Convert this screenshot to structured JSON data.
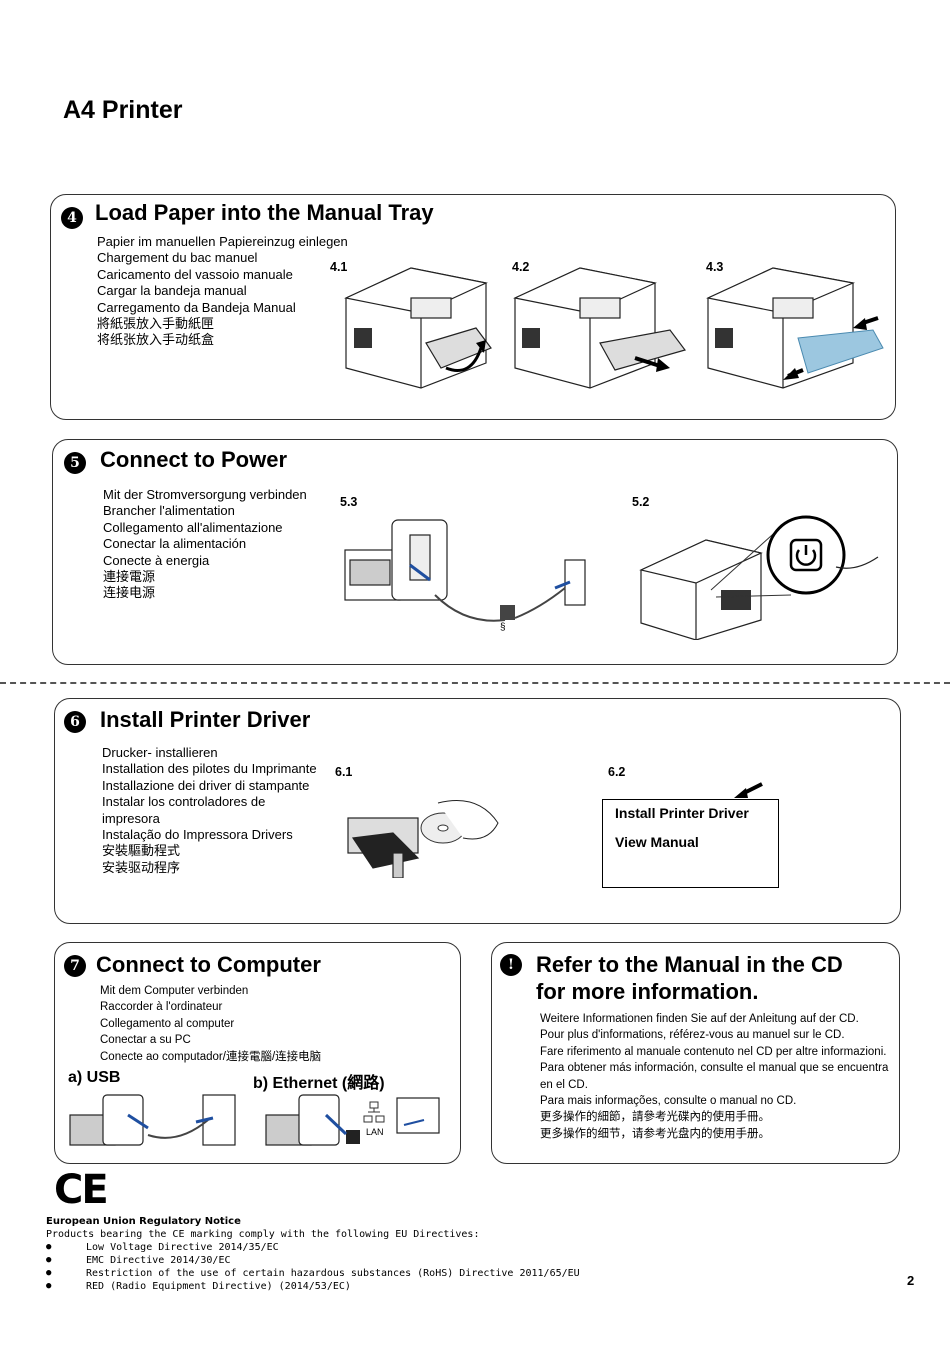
{
  "page_title": "A4 Printer",
  "sections": {
    "s4": {
      "number": "4",
      "title": "Load Paper into the Manual Tray",
      "langs": [
        "Papier im manuellen Papiereinzug einlegen",
        "Chargement du bac manuel",
        "Caricamento del vassoio manuale",
        "Cargar la bandeja manual",
        "Carregamento da Bandeja Manual",
        "將紙張放入手動紙匣",
        "将纸张放入手动纸盒"
      ],
      "steps": [
        "4.1",
        "4.2",
        "4.3"
      ]
    },
    "s5": {
      "number": "5",
      "title": "Connect to Power",
      "langs": [
        "Mit der Stromversorgung verbinden",
        "Brancher l'alimentation",
        "Collegamento all'alimentazione",
        "Conectar la alimentación",
        "Conecte à energia",
        "連接電源",
        "连接电源"
      ],
      "steps": [
        "5.3",
        "5.2"
      ]
    },
    "s6": {
      "number": "6",
      "title": "Install Printer Driver",
      "langs": [
        "Drucker- installieren",
        "Installation des pilotes du Imprimante",
        "Installazione dei driver di stampante",
        "Instalar los controladores de",
        "impresora",
        "Instalação do Impressora Drivers",
        "安裝驅動程式",
        "安装驱动程序"
      ],
      "steps": [
        "6.1",
        "6.2"
      ],
      "dialog": {
        "install": "Install Printer Driver",
        "view": "View Manual"
      }
    },
    "s7": {
      "number": "7",
      "title": "Connect to Computer",
      "langs": [
        "Mit dem Computer verbinden",
        "Raccorder à l'ordinateur",
        "Collegamento al computer",
        "Conectar a su PC",
        "Conecte ao computador/連接電腦/连接电脑"
      ],
      "usb": "a) USB",
      "ethernet": "b) Ethernet (網路)",
      "lan": "LAN"
    },
    "info": {
      "badge": "!",
      "title_line1": "Refer to the Manual in the CD",
      "title_line2": "for more information.",
      "lines": [
        "Weitere Informationen finden Sie auf der Anleitung auf der CD.",
        "Pour plus d'informations, référez-vous au manuel sur le CD.",
        "Fare riferimento al manuale contenuto nel CD per altre informazioni.",
        "Para obtener más información, consulte el manual que se encuentra en el CD.",
        "Para mais informações, consulte o manual no CD.",
        "更多操作的細節，請參考光碟內的使用手冊。",
        "更多操作的细节，请参考光盘内的使用手册。"
      ]
    }
  },
  "ce_mark": "CE",
  "notice": {
    "title": "European Union Regulatory Notice",
    "intro": "Products bearing the CE marking comply with the following EU Directives:",
    "items": [
      "Low Voltage Directive 2014/35/EC",
      "EMC Directive 2014/30/EC",
      "Restriction of the use of certain hazardous substances (RoHS) Directive 2011/65/EU",
      "RED (Radio Equipment Directive) (2014/53/EC)"
    ]
  },
  "page_number": "2"
}
